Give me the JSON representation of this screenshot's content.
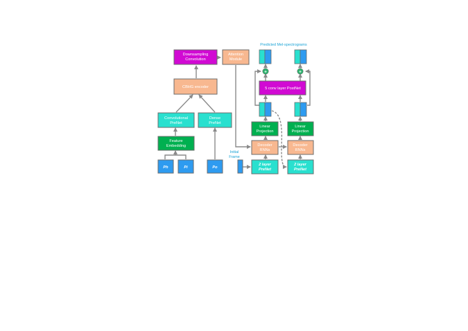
{
  "colors": {
    "cyan": "#29e0cf",
    "magenta": "#d10ad3",
    "green": "#00b050",
    "peach": "#f8b890",
    "blue": "#2e9bf0",
    "caption": "#1aa3d6",
    "arrow": "#8a8a8a",
    "plus": "#2db36e"
  },
  "captions": {
    "predicted": "Predicted Mel-spectrograms",
    "initial_frame": [
      "Initial",
      "Frame"
    ]
  },
  "boxes": {
    "downsampling": [
      "Downsampling",
      "Convolution"
    ],
    "attention": [
      "Attention",
      "Module"
    ],
    "cbhg": [
      "CBHG encoder"
    ],
    "conv_prenet": [
      "Convolutional",
      "PreNet"
    ],
    "dense_prenet": [
      "Dense",
      "PreNet"
    ],
    "feature_embedding": [
      "Feature",
      "Embedding"
    ],
    "ph": [
      "Ph"
    ],
    "pi": [
      "Pi"
    ],
    "po": [
      "Po"
    ],
    "postnet": [
      "5 conv layer PostNet"
    ],
    "linear_projection_1": [
      "Linear",
      "Projection"
    ],
    "linear_projection_2": [
      "Linear",
      "Projection"
    ],
    "decoder_rnns_1": [
      "Decoder",
      "RNNs"
    ],
    "decoder_rnns_2": [
      "Decoder",
      "RNNs"
    ],
    "prenet_2layer_1": [
      "2 layer",
      "PreNet"
    ],
    "prenet_2layer_2": [
      "2 layer",
      "PreNet"
    ]
  },
  "symbols": {
    "plus": "+"
  }
}
